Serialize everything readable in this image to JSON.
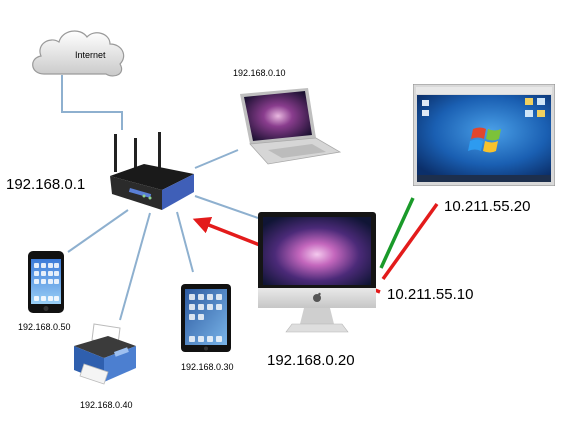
{
  "diagram": {
    "cloud_label": "Internet",
    "router_ip": "192.168.0.1",
    "laptop_ip": "192.168.0.10",
    "phone_ip": "192.168.0.50",
    "printer_ip": "192.168.0.40",
    "tablet_ip": "192.168.0.30",
    "imac_ip": "192.168.0.20",
    "imac_ext_ip": "10.211.55.10",
    "vm_ip": "10.211.55.20"
  },
  "colors": {
    "link": "#8eb0cf",
    "red_arrow": "#e31b1b",
    "green_arrow": "#1a9a2a"
  },
  "icons": [
    "cloud-icon",
    "router-icon",
    "laptop-icon",
    "monitor-icon",
    "imac-icon",
    "phone-icon",
    "printer-icon",
    "tablet-icon",
    "windows-logo-icon",
    "apple-logo-icon"
  ]
}
